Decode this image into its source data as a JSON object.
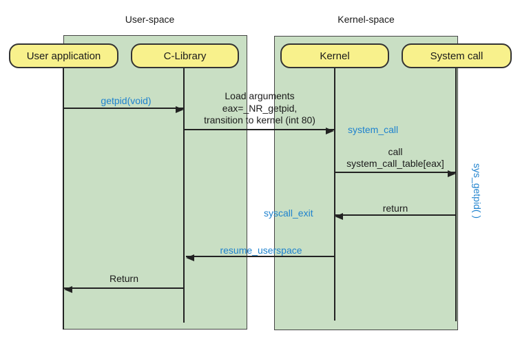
{
  "titles": {
    "user_space": "User-space",
    "kernel_space": "Kernel-space"
  },
  "actors": {
    "user_app": "User application",
    "c_library": "C-Library",
    "kernel": "Kernel",
    "system_call": "System call"
  },
  "messages": {
    "getpid": "getpid(void)",
    "load_args_line1": "Load arguments",
    "load_args_line2": "eax=_NR_getpid,",
    "load_args_line3": "transition to kernel (int 80)",
    "system_call_entry": "system_call",
    "call_line1": "call",
    "call_line2": "system_call_table[eax]",
    "return_to_kernel": "return",
    "syscall_exit": "syscall_exit",
    "resume_userspace": "resume_userspace",
    "return_to_app": "Return",
    "sys_getpid": "sys_getpid( )"
  },
  "colors": {
    "region_fill": "#C9DFC4",
    "region_border": "#444444",
    "actor_fill": "#F8F18C",
    "actor_border": "#333333",
    "accent_blue": "#1E82CE",
    "line_color": "#222222"
  }
}
